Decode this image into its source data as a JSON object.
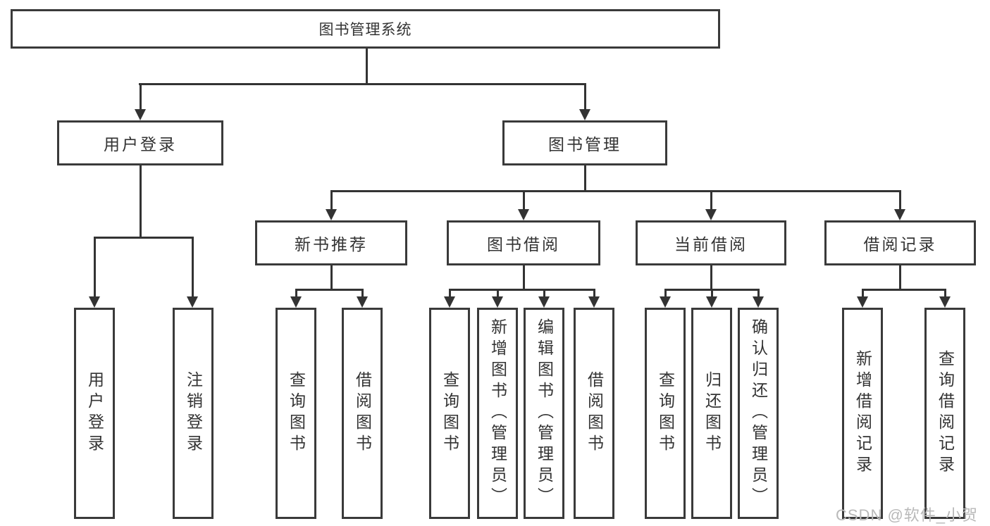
{
  "nodes": {
    "root": "图书管理系统",
    "user_login": "用户登录",
    "book_management": "图书管理",
    "new_book_recommend": "新书推荐",
    "book_borrowing": "图书借阅",
    "current_borrowing": "当前借阅",
    "borrowing_records": "借阅记录",
    "leaf_user_login": "用户登录",
    "leaf_logout": "注销登录",
    "leaf_nbr_query_books": "查询图书",
    "leaf_nbr_borrow_books": "借阅图书",
    "leaf_bb_query_books": "查询图书",
    "leaf_bb_add_books": "新增图书（管理员）",
    "leaf_bb_edit_books": "编辑图书（管理员）",
    "leaf_bb_borrow_books": "借阅图书",
    "leaf_cb_query_books": "查询图书",
    "leaf_cb_return_books": "归还图书",
    "leaf_cb_confirm_return": "确认归还（管理员）",
    "leaf_br_add_record": "新增借阅记录",
    "leaf_br_query_record": "查询借阅记录"
  },
  "edges": [
    {
      "parent": "图书管理系统",
      "children": [
        "用户登录",
        "图书管理"
      ]
    },
    {
      "parent": "用户登录",
      "children": [
        "用户登录",
        "注销登录"
      ]
    },
    {
      "parent": "图书管理",
      "children": [
        "新书推荐",
        "图书借阅",
        "当前借阅",
        "借阅记录"
      ]
    },
    {
      "parent": "新书推荐",
      "children": [
        "查询图书",
        "借阅图书"
      ]
    },
    {
      "parent": "图书借阅",
      "children": [
        "查询图书",
        "新增图书（管理员）",
        "编辑图书（管理员）",
        "借阅图书"
      ]
    },
    {
      "parent": "当前借阅",
      "children": [
        "查询图书",
        "归还图书",
        "确认归还（管理员）"
      ]
    },
    {
      "parent": "借阅记录",
      "children": [
        "新增借阅记录",
        "查询借阅记录"
      ]
    }
  ],
  "watermark": {
    "text": "CSDN @软件_小贺同学"
  },
  "colors": {
    "line": "#333333",
    "border": "#3a3a3a",
    "text": "#333333",
    "watermark": "#b9b9b9",
    "background": "#ffffff"
  }
}
